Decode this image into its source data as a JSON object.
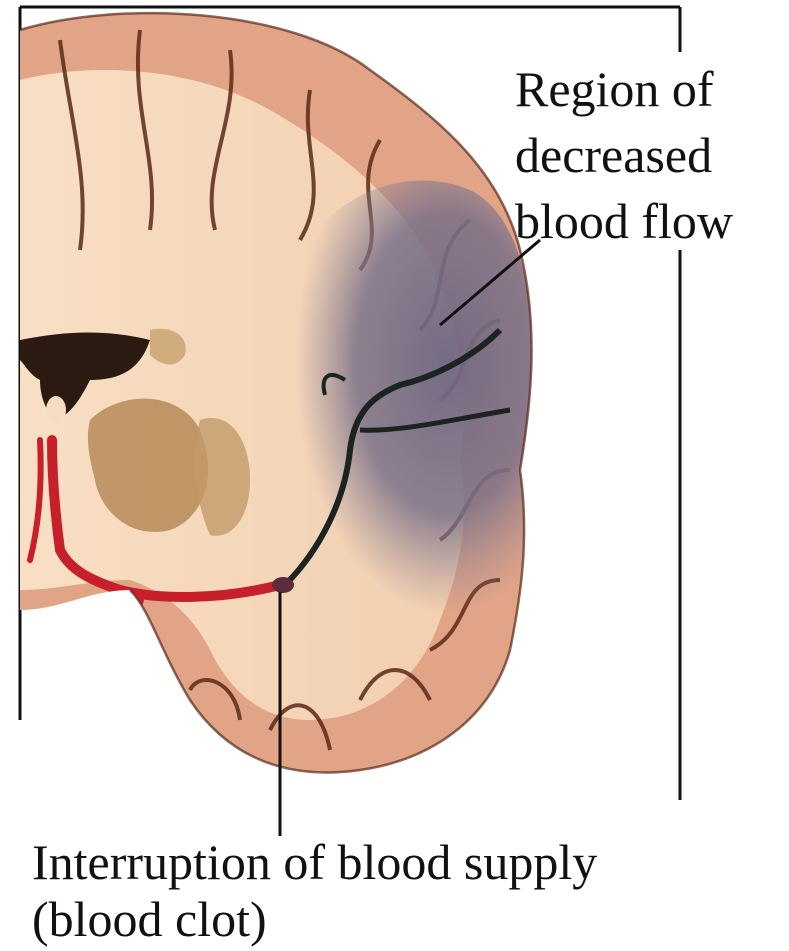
{
  "labels": {
    "region": {
      "line1": "Region of",
      "line2": "decreased",
      "line3": "blood flow"
    },
    "interruption": {
      "line1": "Interruption of blood supply",
      "line2": "(blood clot)"
    }
  },
  "colors": {
    "brain_cortex": "#e2a487",
    "brain_white_matter": "#f6dcc0",
    "ischemic_region": "#6f6681",
    "artery": "#c8202a",
    "ventricle": "#2a1a12",
    "basal_ganglia": "#b78a58",
    "outline": "#111111"
  }
}
